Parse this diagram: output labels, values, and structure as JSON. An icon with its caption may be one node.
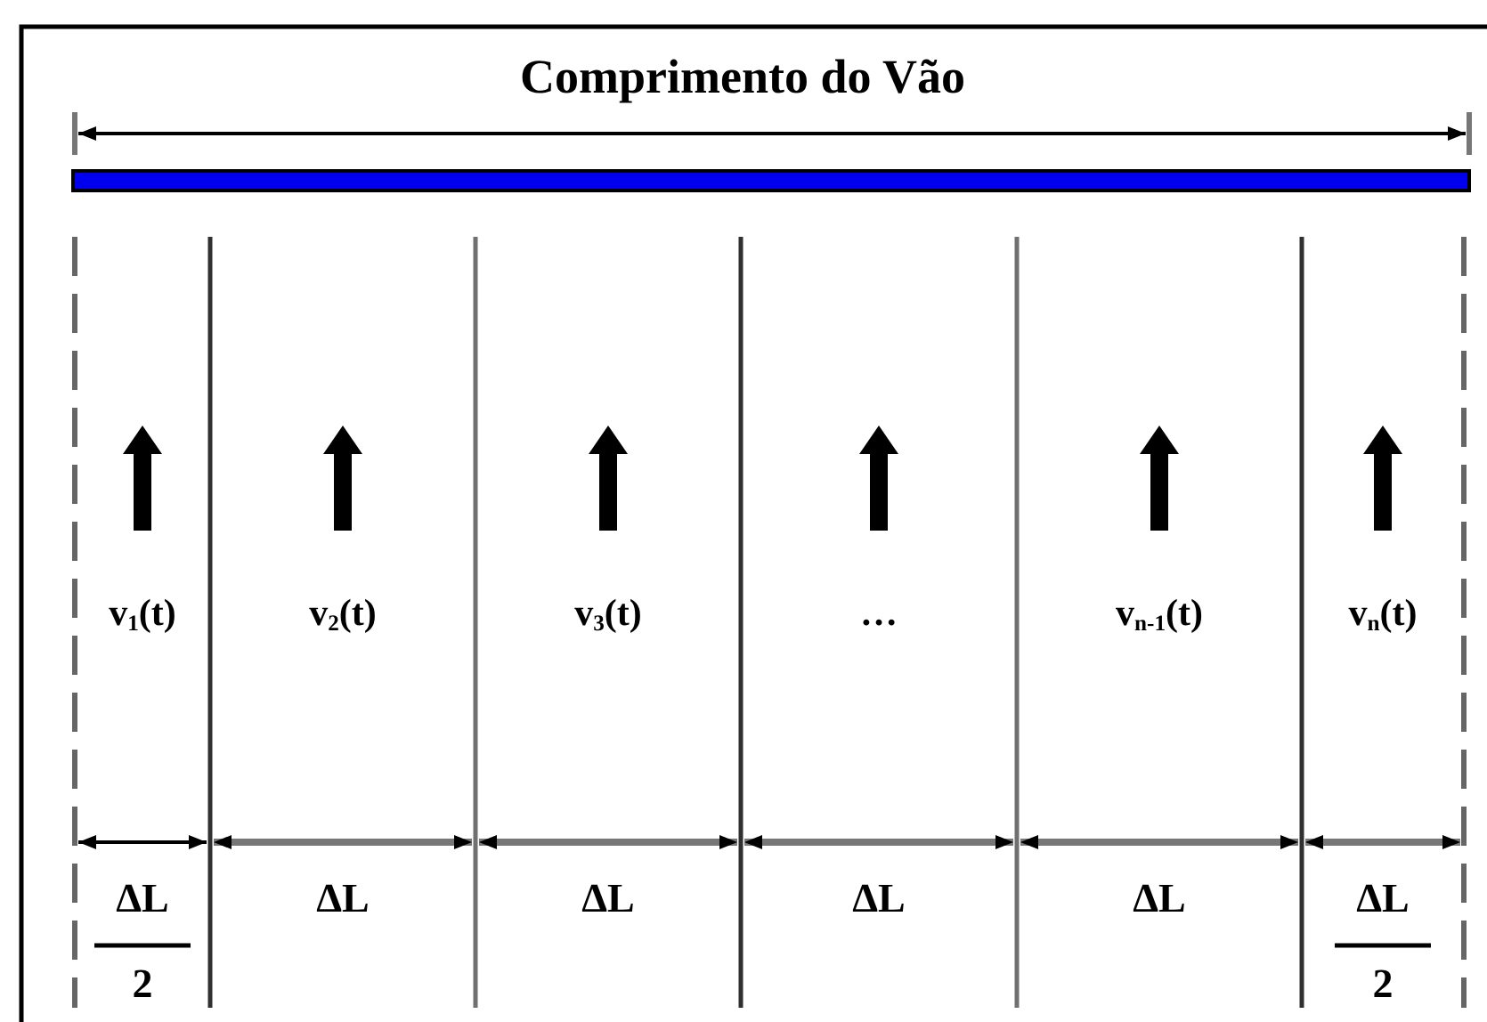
{
  "diagram": {
    "labels": [
      "Comprimento do Vão",
      "v$_{1}$(t)",
      "v$_{2}$(t)",
      "v$_{3}$(t)",
      "…",
      "v$_{n-1}$(t)",
      "v$_{n}$(t)",
      "ΔL",
      "ΔL",
      "ΔL",
      "ΔL",
      "ΔL",
      "ΔL",
      "2",
      "2"
    ]
  }
}
